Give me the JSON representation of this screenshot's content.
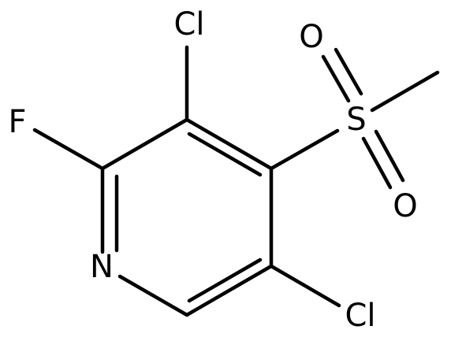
{
  "molecule": {
    "atoms": {
      "cl_top": "Cl",
      "f": "F",
      "o_top": "O",
      "s": "S",
      "o_bottom": "O",
      "n": "N",
      "cl_bottom": "Cl"
    }
  }
}
